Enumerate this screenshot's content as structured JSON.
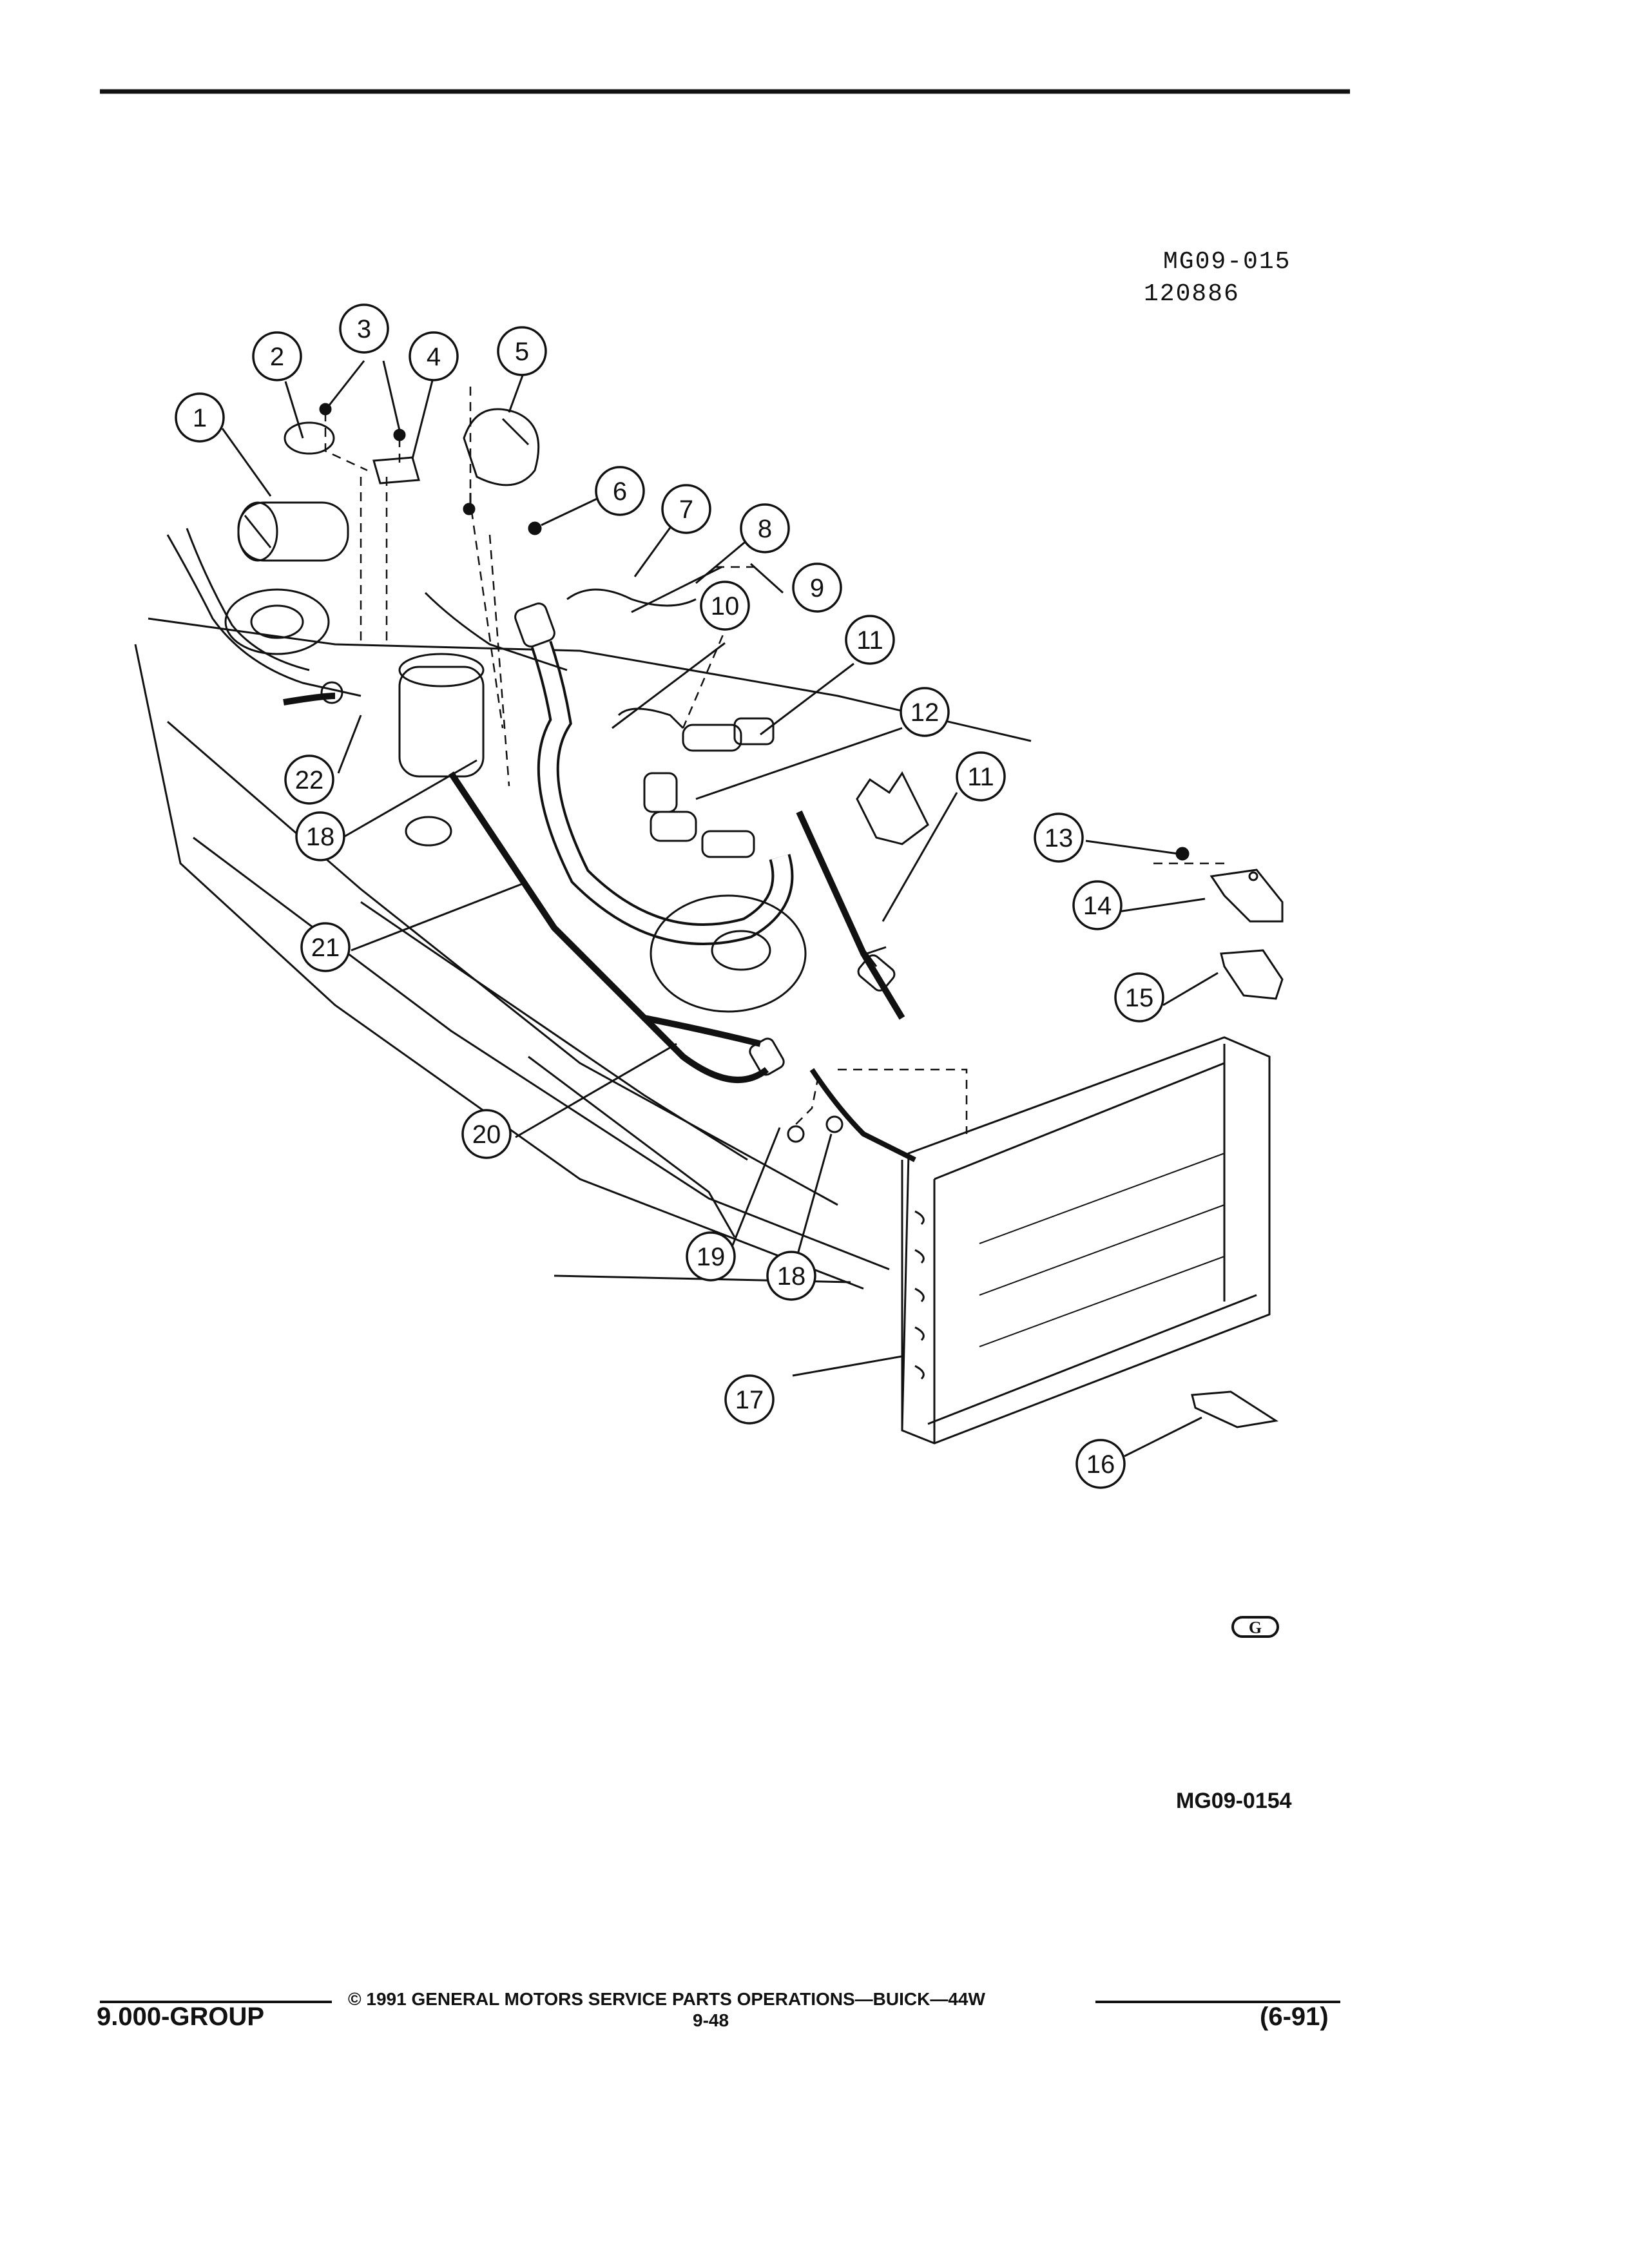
{
  "header": {
    "code": "MG09-015",
    "number": "120886"
  },
  "diagram": {
    "callouts": [
      "1",
      "2",
      "3",
      "4",
      "5",
      "6",
      "7",
      "8",
      "9",
      "10",
      "11",
      "12",
      "11",
      "13",
      "14",
      "15",
      "22",
      "18",
      "21",
      "20",
      "19",
      "18",
      "17",
      "16"
    ]
  },
  "figure_id": "MG09-0154",
  "footer": {
    "group": "9.000-GROUP",
    "copyright": "© 1991 GENERAL MOTORS SERVICE PARTS OPERATIONS—BUICK—44W",
    "page": "9-48",
    "date": "(6-91)"
  },
  "colors": {
    "ink": "#111111",
    "paper": "#ffffff"
  }
}
